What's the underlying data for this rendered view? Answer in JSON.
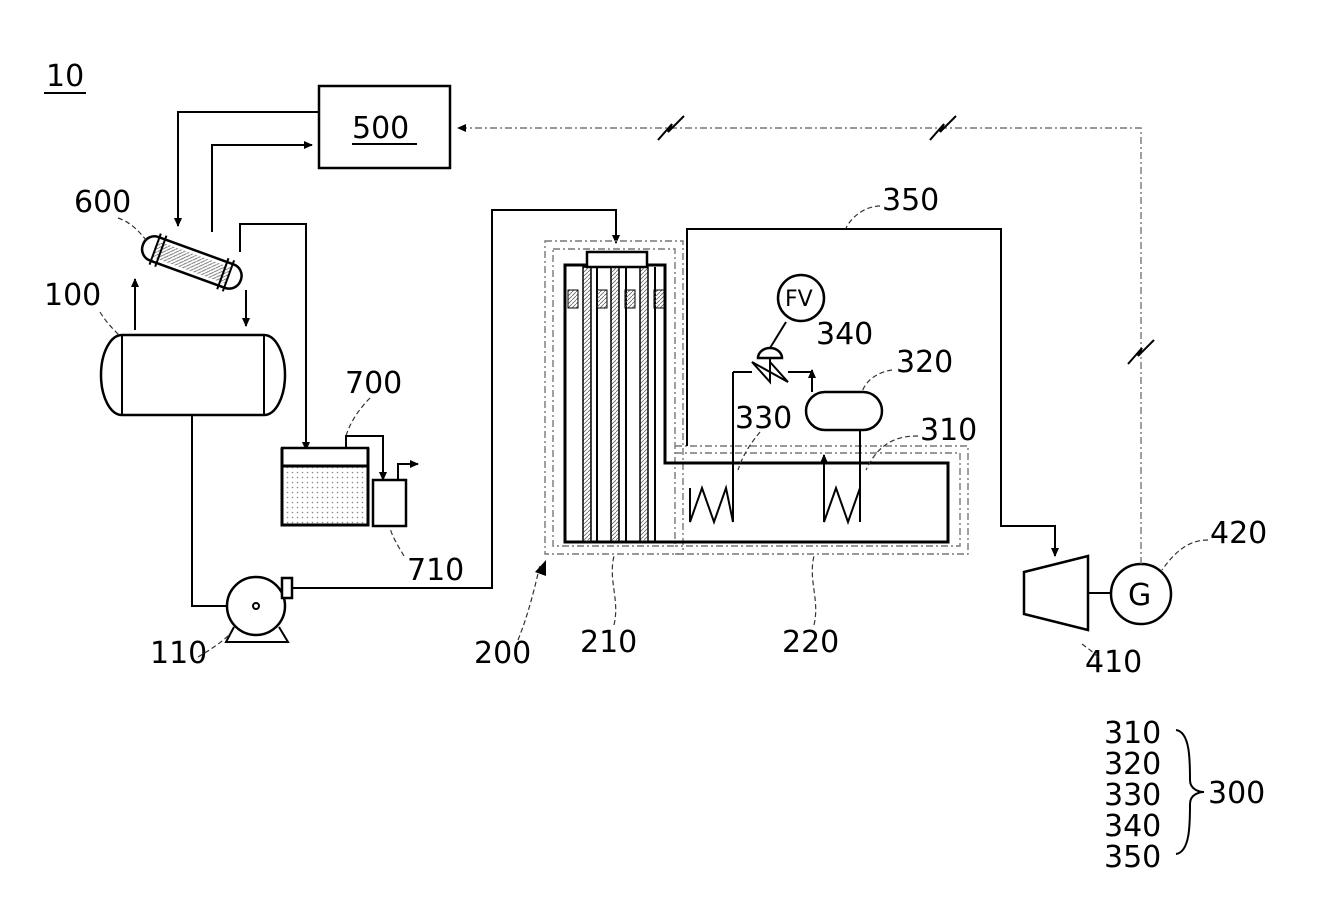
{
  "figure_label": "10",
  "components": {
    "controller": "500",
    "condenser": "600",
    "storage_tank": "100",
    "pump": "110",
    "tank_700": "700",
    "tank_710": "710",
    "heat_exchanger": "200",
    "section_210": "210",
    "section_220": "220",
    "pipe_350": "350",
    "valve_340": "340",
    "separator_320": "320",
    "coil_330": "330",
    "coil_310": "310",
    "flow_valve": "FV",
    "turbine": "410",
    "generator": "420",
    "generator_symbol": "G"
  },
  "group_legend": {
    "members": [
      "310",
      "320",
      "330",
      "340",
      "350"
    ],
    "group": "300"
  }
}
